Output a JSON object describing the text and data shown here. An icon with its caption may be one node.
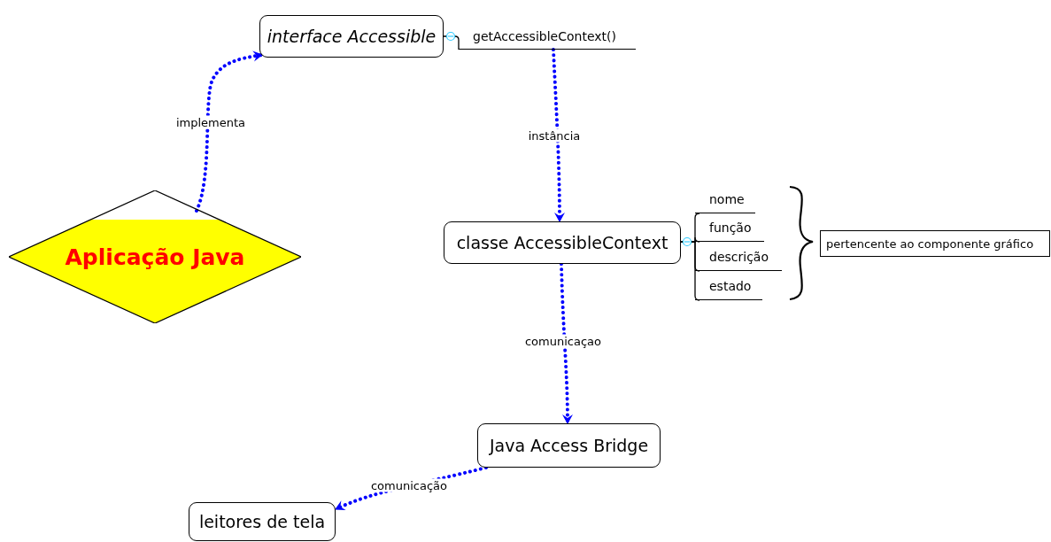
{
  "diagram": {
    "nodes": [
      {
        "text": [
          "interface Accessible"
        ]
      },
      {
        "text": [
          "getAccessibleContext()"
        ]
      },
      {
        "text": [
          "Aplicação Java"
        ]
      },
      {
        "text": [
          "classe AccessibleContext"
        ]
      },
      {
        "text": [
          "nome"
        ]
      },
      {
        "text": [
          "função"
        ]
      },
      {
        "text": [
          "descrição"
        ]
      },
      {
        "text": [
          "estado"
        ]
      },
      {
        "text": [
          "pertencente ao componente gráfico"
        ]
      },
      {
        "text": [
          "Java Access Bridge"
        ]
      },
      {
        "text": [
          "leitores de tela"
        ]
      }
    ],
    "edges": [
      {
        "from": 0,
        "to": 1,
        "arrow": "none"
      },
      {
        "from": 2,
        "to": 0,
        "arrow": "to",
        "label": "implementa",
        "style": "dashed",
        "color": "#0000ff"
      },
      {
        "from": 1,
        "to": 3,
        "arrow": "to",
        "label": "instância",
        "style": "dashed",
        "color": "#0000ff"
      },
      {
        "from": 3,
        "to": 4,
        "arrow": "none"
      },
      {
        "from": 3,
        "to": 5,
        "arrow": "none"
      },
      {
        "from": 3,
        "to": 6,
        "arrow": "none"
      },
      {
        "from": 3,
        "to": 7,
        "arrow": "none"
      },
      {
        "from": 3,
        "to": 9,
        "arrow": "to",
        "label": "comunicaçao",
        "style": "dashed",
        "color": "#0000ff"
      },
      {
        "from": 9,
        "to": 10,
        "arrow": "to",
        "label": "comunicação",
        "style": "dashed",
        "color": "#0000ff"
      }
    ]
  }
}
